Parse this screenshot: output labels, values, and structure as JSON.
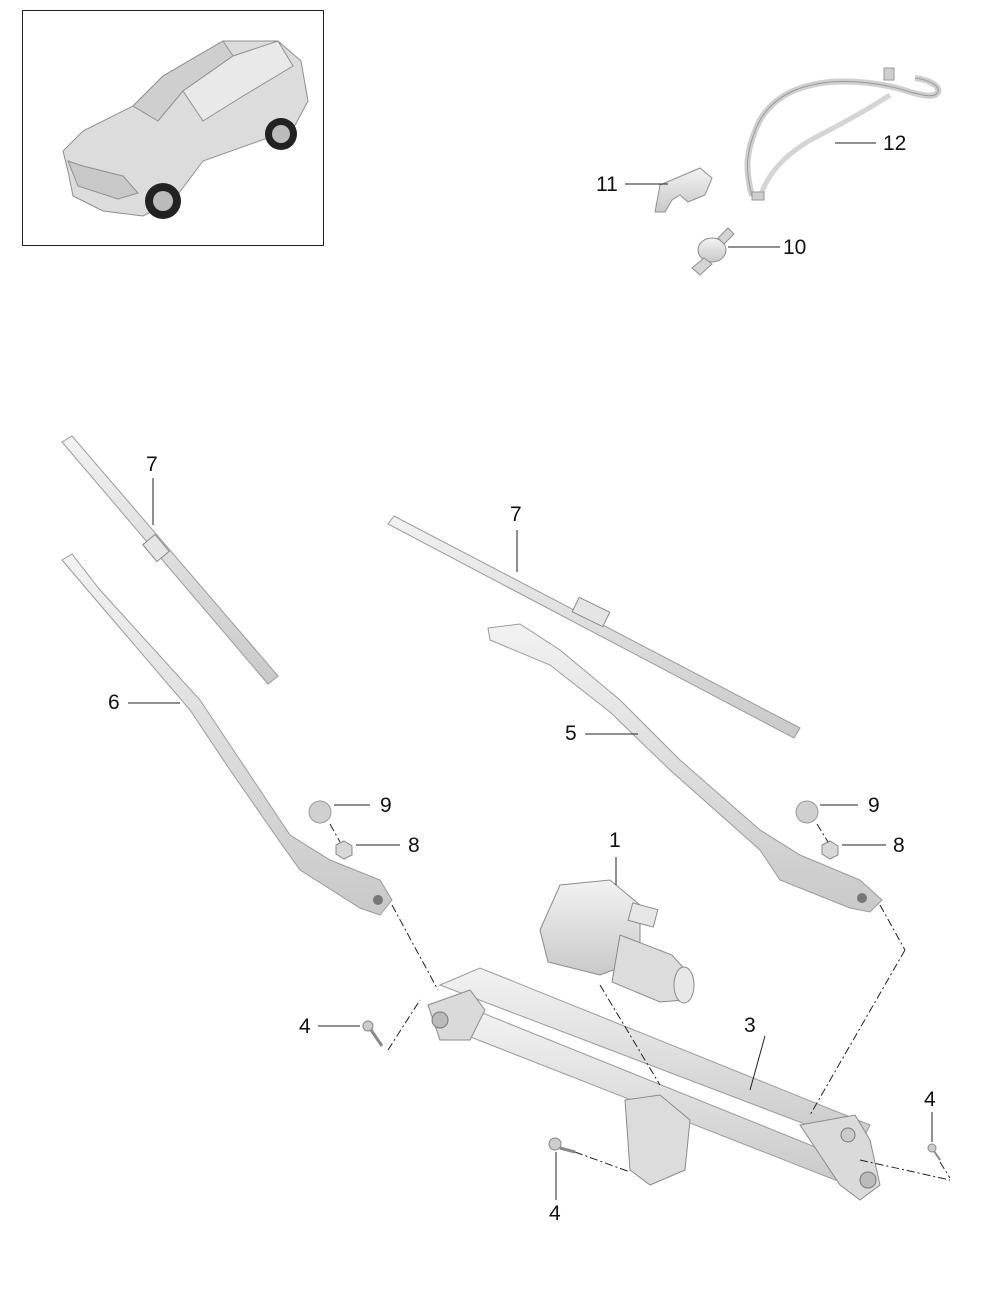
{
  "diagram": {
    "callouts": {
      "c1": "1",
      "c3": "3",
      "c4a": "4",
      "c4b": "4",
      "c4c": "4",
      "c5": "5",
      "c6": "6",
      "c7a": "7",
      "c7b": "7",
      "c8a": "8",
      "c8b": "8",
      "c9a": "9",
      "c9b": "9",
      "c10": "10",
      "c11": "11",
      "c12": "12"
    }
  },
  "colors": {
    "part_fill": "#e3e3e3",
    "part_stroke": "#9a9a9a",
    "line": "#222222"
  }
}
